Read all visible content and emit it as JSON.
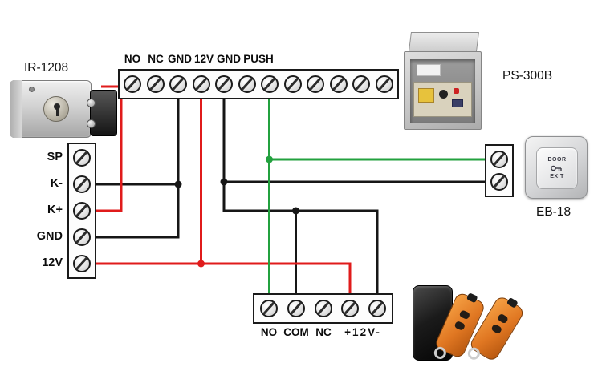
{
  "devices": {
    "lock_label": "IR-1208",
    "psu_label": "PS-300B",
    "exit_button_label": "EB-18",
    "exit_button_face": {
      "top": "DOOR",
      "bottom": "EXIT"
    }
  },
  "top_strip": {
    "labels": [
      "NO",
      "NC",
      "GND",
      "12V",
      "GND",
      "PUSH"
    ]
  },
  "left_strip": {
    "labels": [
      "SP",
      "K-",
      "K+",
      "GND",
      "12V"
    ]
  },
  "bottom_strip": {
    "labels": [
      "NO",
      "COM",
      "NC",
      "+12V-"
    ]
  },
  "wire_colors": {
    "positive": "#e01b1b",
    "ground": "#161616",
    "signal": "#23a13f"
  }
}
